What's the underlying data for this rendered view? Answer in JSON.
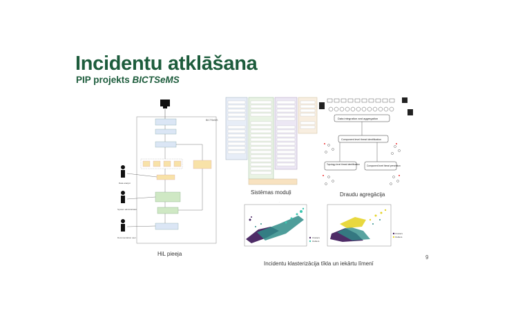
{
  "slide": {
    "title": "Incidentu atklāšana",
    "subtitle_prefix": "PIP projekts ",
    "subtitle_em": "BICTSeMS",
    "page_number": "9"
  },
  "captions": {
    "hil": "HiL pieeja",
    "modules": "Sistēmas moduļi",
    "aggregation": "Draudu agregācija",
    "clustering": "Incidentu klasterizācija tīkla un iekārtu līmenī"
  },
  "figures": {
    "hil_diagram": {
      "actors": [
        "Data analyst",
        "System administrator",
        "Documentation user"
      ],
      "side_label": "BICTSeMS"
    },
    "aggregation_diagram": {
      "main_box": "Data integration and aggregation",
      "mid_box": "Component level threat identification",
      "left_box": "Topology level threat identification",
      "right_box": "Component level threat prevention"
    },
    "scatter_left": {
      "legend": [
        "Clusters",
        "Outliers"
      ]
    },
    "scatter_right": {
      "legend": [
        "Clusters",
        "Outliers"
      ]
    }
  },
  "colors": {
    "brand_green": "#1d5c3c"
  }
}
